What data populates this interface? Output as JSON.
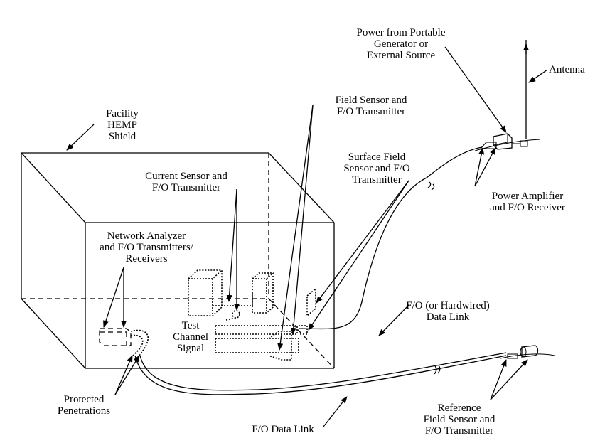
{
  "labels": {
    "facility_shield": [
      "Facility",
      "HEMP",
      "Shield"
    ],
    "power_from": [
      "Power from Portable",
      "Generator or",
      "External Source"
    ],
    "antenna": "Antenna",
    "field_sensor": [
      "Field Sensor and",
      "F/O Transmitter"
    ],
    "surface_field": [
      "Surface Field",
      "Sensor and F/O",
      "Transmitter"
    ],
    "current_sensor": [
      "Current Sensor and",
      "F/O Transmitter"
    ],
    "power_amp": [
      "Power Amplifier",
      "and F/O Receiver"
    ],
    "network_analyzer": [
      "Network Analyzer",
      "and F/O Transmitters/",
      "Receivers"
    ],
    "test_channel": [
      "Test",
      "Channel",
      "Signal"
    ],
    "fo_hardwired": [
      "F/O (or Hardwired)",
      "Data Link"
    ],
    "protected": [
      "Protected",
      "Penetrations"
    ],
    "fo_data_link": "F/O Data Link",
    "reference": [
      "Reference",
      "Field Sensor and",
      "F/O Transmitter"
    ]
  }
}
